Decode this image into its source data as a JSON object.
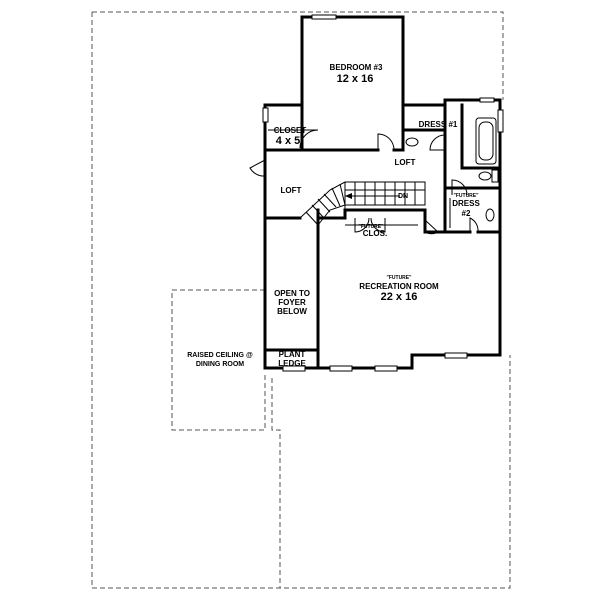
{
  "rooms": {
    "bedroom3": {
      "name": "BEDROOM #3",
      "size": "12 x 16"
    },
    "closet": {
      "name": "CLOSET",
      "size": "4 x 5"
    },
    "dress1": {
      "name": "DRESS #1"
    },
    "loft_right": {
      "name": "LOFT"
    },
    "loft_left": {
      "name": "LOFT"
    },
    "stair_dn": {
      "name": "DN"
    },
    "dress2": {
      "future": "\"FUTURE\"",
      "name": "DRESS",
      "num": "#2"
    },
    "future_clos": {
      "future": "\"FUTURE\"",
      "name": "CLOS."
    },
    "recreation": {
      "future": "\"FUTURE\"",
      "name": "RECREATION ROOM",
      "size": "22 x 16"
    },
    "open_foyer": {
      "line1": "OPEN TO",
      "line2": "FOYER",
      "line3": "BELOW"
    },
    "plant_ledge": {
      "line1": "PLANT",
      "line2": "LEDGE"
    },
    "raised_ceiling": {
      "line1": "RAISED CEILING @",
      "line2": "DINING ROOM"
    }
  }
}
